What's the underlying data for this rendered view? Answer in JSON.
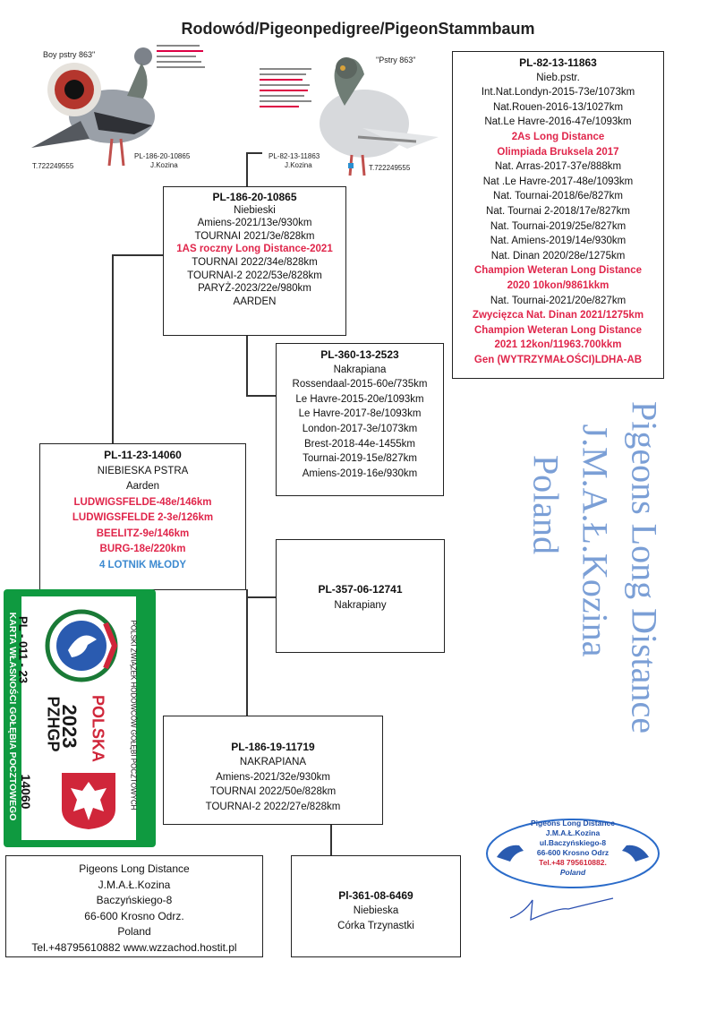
{
  "title": "Rodowód/Pigeonpedigree/PigeonStammbaum",
  "pigeon_left": {
    "label": "Boy pstry 863\"",
    "ring": "PL-186-20-10865",
    "owner": "J.Kozina",
    "tel": "T.722249555"
  },
  "pigeon_right": {
    "label": "\"Pstry 863\"",
    "ring": "PL-82-13-11863",
    "owner": "J.Kozina",
    "tel": "T.722249555"
  },
  "boxes": {
    "father": {
      "id": "PL-186-20-10865",
      "lines": [
        {
          "t": "Niebieski",
          "c": ""
        },
        {
          "t": "Amiens-2021/13e/930km",
          "c": ""
        },
        {
          "t": "TOURNAI 2021/3e/828km",
          "c": ""
        },
        {
          "t": "1AS roczny Long Distance-2021",
          "c": "red"
        },
        {
          "t": "TOURNAI 2022/34e/828km",
          "c": ""
        },
        {
          "t": "TOURNAI-2 2022/53e/828km",
          "c": ""
        },
        {
          "t": "PARYŻ-2023/22e/980km",
          "c": ""
        },
        {
          "t": "AARDEN",
          "c": ""
        }
      ]
    },
    "ff": {
      "id": "PL-82-13-11863",
      "lines": [
        {
          "t": "Nieb.pstr.",
          "c": ""
        },
        {
          "t": "Int.Nat.Londyn-2015-73e/1073km",
          "c": ""
        },
        {
          "t": "Nat.Rouen-2016-13/1027km",
          "c": ""
        },
        {
          "t": "Nat.Le Havre-2016-47e/1093km",
          "c": ""
        },
        {
          "t": "2As Long Distance",
          "c": "red"
        },
        {
          "t": "Olimpiada Bruksela 2017",
          "c": "red"
        },
        {
          "t": "Nat. Arras-2017-37e/888km",
          "c": ""
        },
        {
          "t": "Nat .Le Havre-2017-48e/1093km",
          "c": ""
        },
        {
          "t": "Nat. Tournai-2018/6e/827km",
          "c": ""
        },
        {
          "t": "Nat. Tournai 2-2018/17e/827km",
          "c": ""
        },
        {
          "t": "Nat. Tournai-2019/25e/827km",
          "c": ""
        },
        {
          "t": "Nat. Amiens-2019/14e/930km",
          "c": ""
        },
        {
          "t": "Nat. Dinan 2020/28e/1275km",
          "c": ""
        },
        {
          "t": "Champion Weteran Long Distance",
          "c": "red"
        },
        {
          "t": "2020 10kon/9861kkm",
          "c": "red"
        },
        {
          "t": "Nat. Tournai-2021/20e/827km",
          "c": ""
        },
        {
          "t": "Zwycięzca Nat. Dinan 2021/1275km",
          "c": "red"
        },
        {
          "t": "Champion Weteran Long Distance",
          "c": "red"
        },
        {
          "t": "2021 12kon/11963.700kkm",
          "c": "red"
        },
        {
          "t": "Gen (WYTRZYMAŁOŚCI)LDHA-AB",
          "c": "red"
        }
      ]
    },
    "fm": {
      "id": "PL-360-13-2523",
      "lines": [
        {
          "t": "Nakrapiana",
          "c": ""
        },
        {
          "t": "Rossendaal-2015-60e/735km",
          "c": ""
        },
        {
          "t": "Le Havre-2015-20e/1093km",
          "c": ""
        },
        {
          "t": "Le Havre-2017-8e/1093km",
          "c": ""
        },
        {
          "t": "London-2017-3e/1073km",
          "c": ""
        },
        {
          "t": "Brest-2018-44e-1455km",
          "c": ""
        },
        {
          "t": "Tournai-2019-15e/827km",
          "c": ""
        },
        {
          "t": "Amiens-2019-16e/930km",
          "c": ""
        }
      ]
    },
    "subject": {
      "id": "PL-11-23-14060",
      "lines": [
        {
          "t": "NIEBIESKA PSTRA",
          "c": ""
        },
        {
          "t": "Aarden",
          "c": ""
        },
        {
          "t": "LUDWIGSFELDE-48e/146km",
          "c": "red"
        },
        {
          "t": "LUDWIGSFELDE 2-3e/126km",
          "c": "red"
        },
        {
          "t": "BEELITZ-9e/146km",
          "c": "red"
        },
        {
          "t": "BURG-18e/220km",
          "c": "red"
        },
        {
          "t": "4 LOTNIK MŁODY",
          "c": "blue"
        }
      ]
    },
    "mf": {
      "id": "PL-357-06-12741",
      "lines": [
        {
          "t": "Nakrapiany",
          "c": ""
        }
      ]
    },
    "mother": {
      "id": "PL-186-19-11719",
      "lines": [
        {
          "t": "NAKRAPIANA",
          "c": ""
        },
        {
          "t": "Amiens-2021/32e/930km",
          "c": ""
        },
        {
          "t": "TOURNAI 2022/50e/828km",
          "c": ""
        },
        {
          "t": "TOURNAI-2 2022/27e/828km",
          "c": ""
        }
      ]
    },
    "mm": {
      "id": "Pl-361-08-6469",
      "lines": [
        {
          "t": "Niebieska",
          "c": ""
        },
        {
          "t": "Córka Trzynastki",
          "c": ""
        }
      ]
    }
  },
  "breeder": {
    "lines": [
      "Pigeons Long Distance",
      "J.M.A.Ł.Kozina",
      "Baczyńskiego-8",
      "66-600 Krosno Odrz.",
      "Poland",
      "Tel.+48795610882 www.wzzachod.hostit.pl"
    ]
  },
  "watermark": {
    "line1": "Pigeons Long Distance",
    "line2": "J.M.A.Ł.Kozina",
    "line3": "Poland"
  },
  "stamp": {
    "line1": "Pigeons Long Distance",
    "line2": "J.M.A.Ł.Kozina",
    "line3": "ul.Baczyńskiego-8",
    "line4": "66-600 Krosno Odrz",
    "line5": "Tel.+48 795610882.",
    "line6": "Poland"
  },
  "card": {
    "left_text": "KARTA WŁASNOŚCI GOŁĘBIA POCZTOWEGO",
    "ring_prefix": "PL - 011 - 23",
    "ring_number": "14060",
    "country": "POLSKA",
    "year": "2023",
    "org": "PZHGP",
    "right_text": "POLSKI ZWIĄZEK HODOWCÓW GOŁĘBI POCZTOWYCH"
  },
  "colors": {
    "red": "#e0264b",
    "blue": "#3d8ad0",
    "watermark": "#7b9fd6",
    "card_green": "#0f9a40"
  }
}
